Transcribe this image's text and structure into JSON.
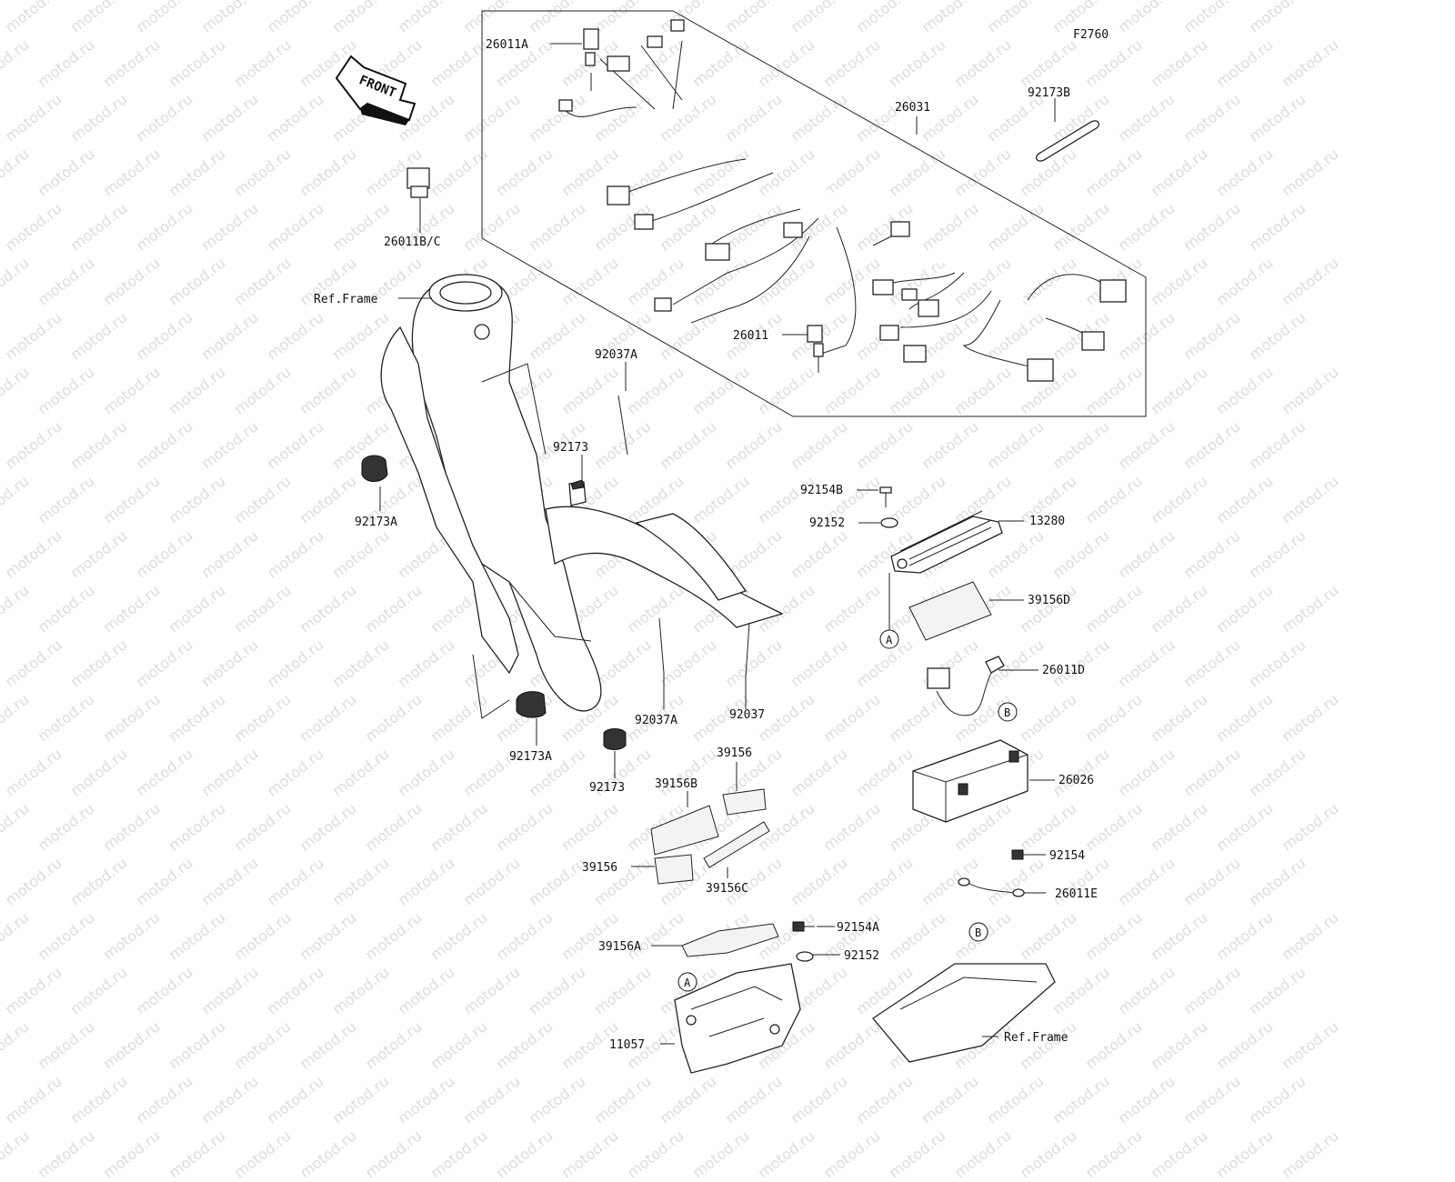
{
  "figure_code": "F2760",
  "front_label": "FRONT",
  "watermark_text": "motod.ru",
  "callouts": {
    "p26011A": "26011A",
    "p26011BC": "26011B/C",
    "p26031": "26031",
    "p92173B": "92173B",
    "refFrame1": "Ref.Frame",
    "p26011": "26011",
    "p92037A_1": "92037A",
    "p92173_1": "92173",
    "p92173A_1": "92173A",
    "p92154B": "92154B",
    "p92152_1": "92152",
    "p13280": "13280",
    "p39156D": "39156D",
    "circleA_1": "A",
    "p26011D": "26011D",
    "circleB_1": "B",
    "p26026": "26026",
    "p92037A_2": "92037A",
    "p92037": "92037",
    "p92173A_2": "92173A",
    "p92173_2": "92173",
    "p39156_1": "39156",
    "p39156B": "39156B",
    "p39156_2": "39156",
    "p39156C": "39156C",
    "p92154": "92154",
    "p26011E": "26011E",
    "circleB_2": "B",
    "p92154A": "92154A",
    "p39156A": "39156A",
    "p92152_2": "92152",
    "circleA_2": "A",
    "p11057": "11057",
    "refFrame2": "Ref.Frame"
  }
}
